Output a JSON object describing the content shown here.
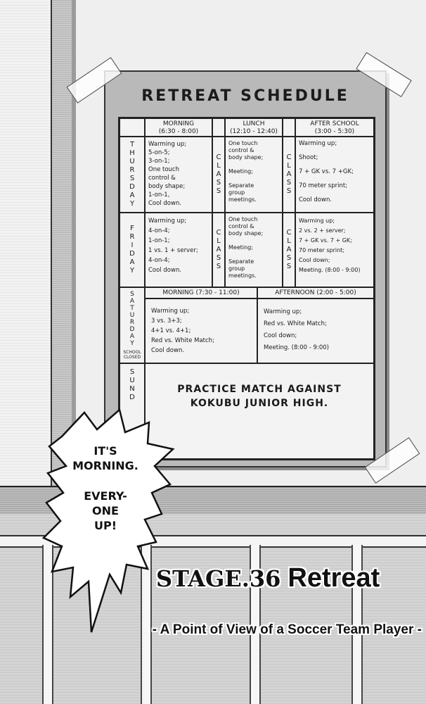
{
  "poster": {
    "title": "RETREAT SCHEDULE",
    "headers": {
      "morning": "MORNING",
      "morning_time": "(6:30 - 8:00)",
      "lunch": "LUNCH",
      "lunch_time": "(12:10 - 12:40)",
      "afterschool": "AFTER SCHOOL",
      "afterschool_time": "(3:00 - 5:30)"
    },
    "class_label": [
      "C",
      "L",
      "A",
      "S",
      "S"
    ],
    "thursday": {
      "day": [
        "T",
        "H",
        "U",
        "R",
        "S",
        "D",
        "A",
        "Y"
      ],
      "morning": [
        "Warming up;",
        "5-on-5;",
        "3-on-1;",
        "One touch",
        "control &",
        "body shape;",
        "1-on-1,",
        "Cool down."
      ],
      "lunch": [
        "One touch",
        "control &",
        "body shape;",
        "",
        "Meeting;",
        "",
        "Separate",
        "group",
        "meetings."
      ],
      "afterschool": [
        "Warming up;",
        "",
        "Shoot;",
        "",
        "7 + GK vs. 7 +GK;",
        "",
        "70 meter sprint;",
        "",
        "Cool down."
      ]
    },
    "friday": {
      "day": [
        "F",
        "R",
        "I",
        "D",
        "A",
        "Y"
      ],
      "morning": [
        "Warming up;",
        "4-on-4;",
        "1-on-1;",
        "1 vs. 1 + server;",
        "4-on-4;",
        "Cool down."
      ],
      "lunch": [
        "One touch",
        "control &",
        "body shape;",
        "",
        "Meeting;",
        "",
        "Separate",
        "group",
        "meetings."
      ],
      "afterschool": [
        "Warming up;",
        "2 vs. 2 + server;",
        "7 + GK vs. 7 + GK;",
        "70 meter sprint;",
        "Cool down;",
        "Meeting. (8:00 - 9:00)"
      ]
    },
    "saturday": {
      "day": [
        "S",
        "A",
        "T",
        "U",
        "R",
        "D",
        "A",
        "Y"
      ],
      "note": [
        "SCHOOL",
        "CLOSED"
      ],
      "morning_header": "MORNING (7:30 - 11:00)",
      "afternoon_header": "AFTERNOON (2:00 - 5:00)",
      "morning": [
        "Warming up;",
        "3 vs. 3+3;",
        "4+1 vs. 4+1;",
        "Red vs. White Match;",
        "Cool down."
      ],
      "afternoon": [
        "Warming up;",
        "Red vs. White Match;",
        "Cool down;",
        "Meeting. (8:00 - 9:00)"
      ]
    },
    "sunday": {
      "day": [
        "S",
        "U",
        "N",
        "D"
      ],
      "match": [
        "PRACTICE MATCH AGAINST",
        "KOKUBU JUNIOR HIGH."
      ]
    }
  },
  "balloon": {
    "line1": "IT'S",
    "line2": "MORNING.",
    "line3": "EVERY-",
    "line4": "ONE",
    "line5": "UP!"
  },
  "chapter": {
    "stage": "STAGE.36",
    "title": "Retreat",
    "subtitle": "- A Point of View of a Soccer Team Player -"
  }
}
